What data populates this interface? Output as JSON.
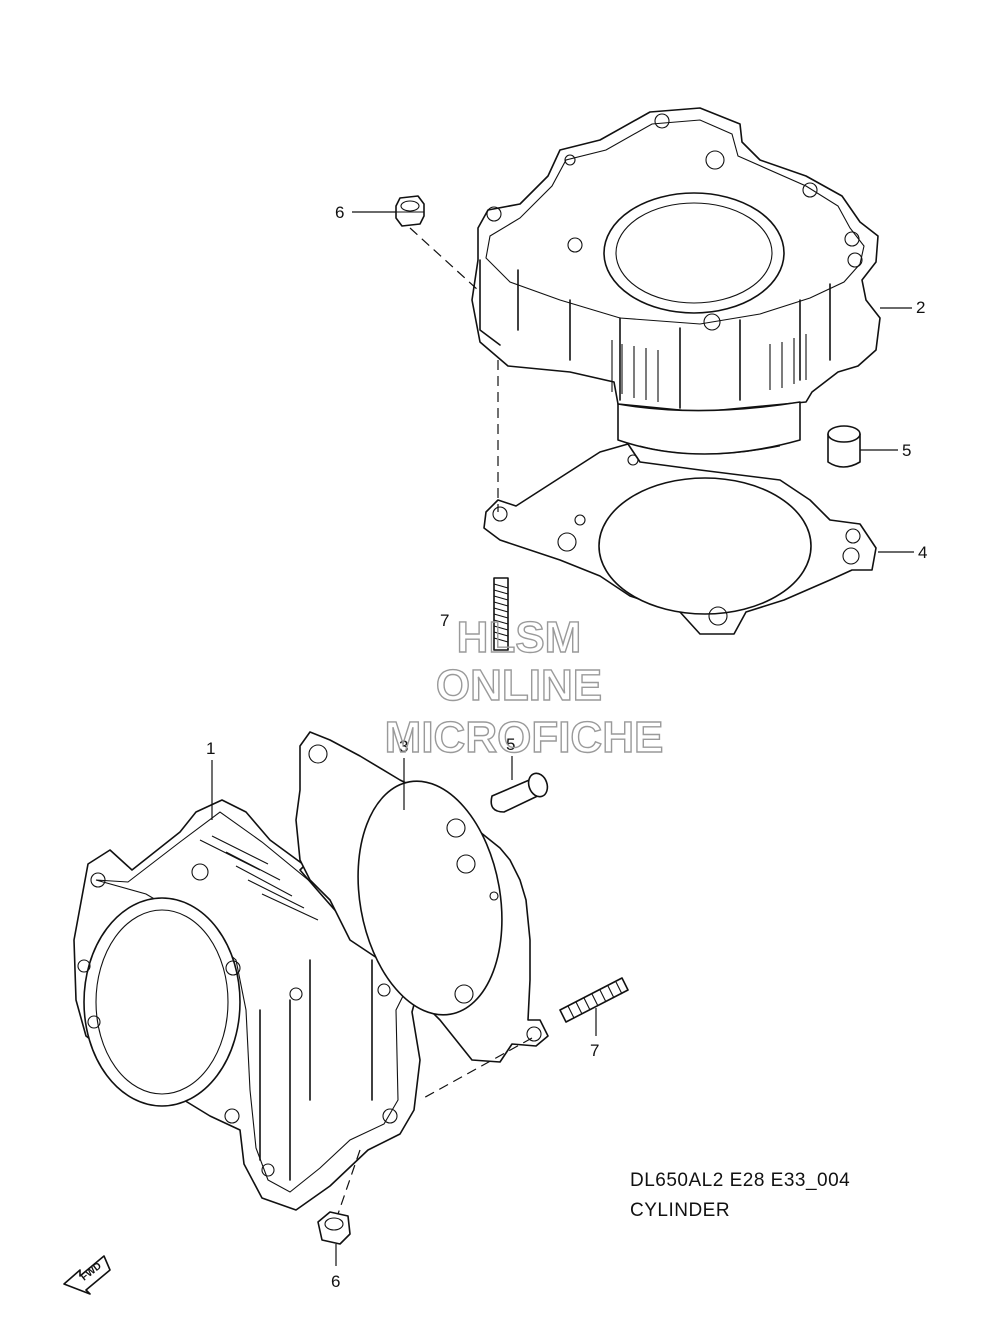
{
  "diagram": {
    "callouts": {
      "p1": "1",
      "p2": "2",
      "p3": "3",
      "p4": "4",
      "p5_top": "5",
      "p5_mid": "5",
      "p6_top": "6",
      "p6_bottom": "6",
      "p7_top": "7",
      "p7_right": "7"
    },
    "watermark": {
      "line1": "HLSM",
      "line2": "ONLINE",
      "line3": "MICROFICHE"
    },
    "caption": {
      "code": "DL650AL2 E28 E33_004",
      "name": "CYLINDER"
    },
    "fwd_label": "FWD",
    "colors": {
      "line": "#111111",
      "watermark": "#9a9a9a",
      "background": "#ffffff"
    }
  }
}
